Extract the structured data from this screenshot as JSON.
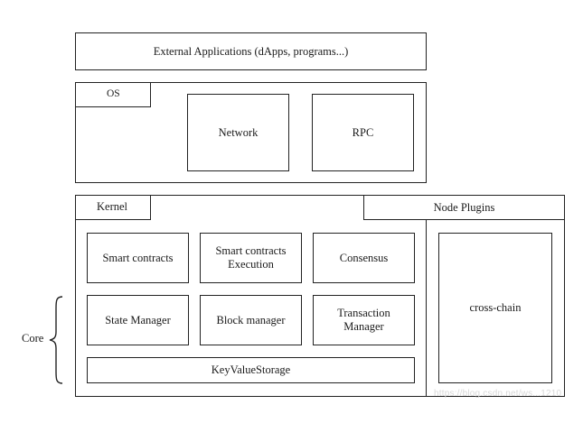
{
  "external_applications": "External Applications (dApps, programs...)",
  "os": {
    "title": "OS",
    "network": "Network",
    "rpc": "RPC"
  },
  "kernel": {
    "title": "Kernel",
    "smart_contracts": "Smart contracts",
    "smart_contracts_execution": "Smart contracts\nExecution",
    "consensus": "Consensus",
    "state_manager": "State Manager",
    "block_manager": "Block manager",
    "transaction_manager": "Transaction\nManager",
    "key_value_storage": "KeyValueStorage"
  },
  "node_plugins": {
    "title": "Node Plugins",
    "cross_chain": "cross-chain"
  },
  "core_label": "Core",
  "watermark": "https://blog.csdn.net/ws...1210"
}
